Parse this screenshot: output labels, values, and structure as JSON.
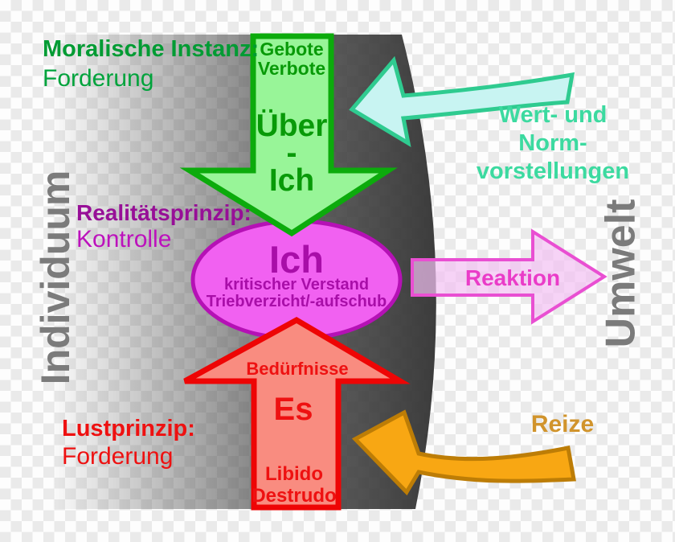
{
  "axes": {
    "left_label": "Individuum",
    "right_label": "Umwelt"
  },
  "super_ego": {
    "instance_title": "Moralische Instanz:",
    "instance_subtitle": "Forderung",
    "input_line1": "Gebote",
    "input_line2": "Verbote",
    "name_line1": "Über",
    "name_line2": "-",
    "name_line3": "Ich"
  },
  "ego": {
    "principle_title": "Realitätsprinzip:",
    "principle_subtitle": "Kontrolle",
    "name": "Ich",
    "sub_line1": "kritischer Verstand",
    "sub_line2": "Triebverzicht/-aufschub"
  },
  "es": {
    "principle_title": "Lustprinzip:",
    "principle_subtitle": "Forderung",
    "input_label": "Bedürfnisse",
    "name": "Es",
    "sub_line1": "Libido",
    "sub_line2": "Destrudo"
  },
  "environment": {
    "values_line1": "Wert- und",
    "values_line2": "Norm-",
    "values_line3": "vorstellungen",
    "reaction_label": "Reaktion",
    "stimuli_label": "Reize"
  },
  "colors": {
    "green_title": "#009b33",
    "green_arrow_fill": "#98f598",
    "green_arrow_border": "#0cab0c",
    "purple_title": "#970f97",
    "magenta_sub": "#bc12bc",
    "ego_ellipse_fill": "#f161f1",
    "ego_ellipse_border": "#b511b5",
    "ego_text": "#a80ea8",
    "red": "#ee0505",
    "red_arrow_fill": "#f98c80",
    "reaction_border": "#e94fd2",
    "reaction_text": "#ea3cc8",
    "cyan_arrow_fill": "#c8f4f2",
    "cyan_arrow_border": "#2fcb90",
    "mint_text": "#3cdaa0",
    "orange_arrow_fill": "#f8a713",
    "orange_arrow_border": "#bd7d06",
    "orange_text": "#d1942c",
    "axis_gray": "#7b7b7b",
    "individuum_field": "#3d3d3d"
  }
}
